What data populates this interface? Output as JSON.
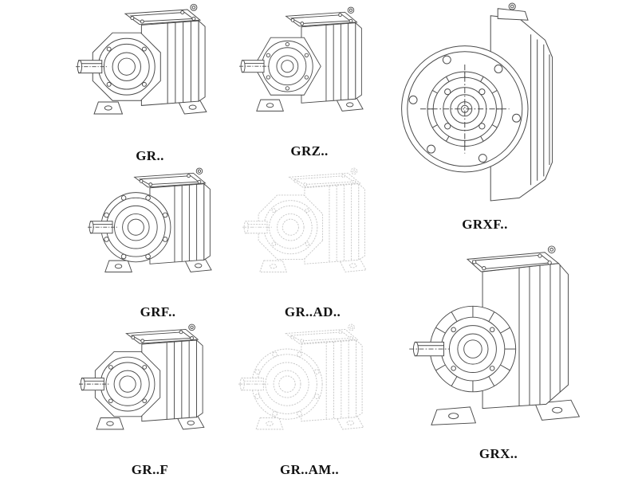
{
  "page": {
    "background": "#ffffff"
  },
  "colors": {
    "line": "#4a4a4a",
    "ghost": "#c7c7c7",
    "label": "#111111"
  },
  "items": [
    {
      "id": "gr",
      "label": "GR.."
    },
    {
      "id": "grz",
      "label": "GRZ.."
    },
    {
      "id": "grxf",
      "label": "GRXF.."
    },
    {
      "id": "grf",
      "label": "GRF.."
    },
    {
      "id": "gr-ad",
      "label": "GR..AD.."
    },
    {
      "id": "gr-f",
      "label": "GR..F"
    },
    {
      "id": "gr-am",
      "label": "GR..AM.."
    },
    {
      "id": "grx",
      "label": "GRX.."
    }
  ]
}
